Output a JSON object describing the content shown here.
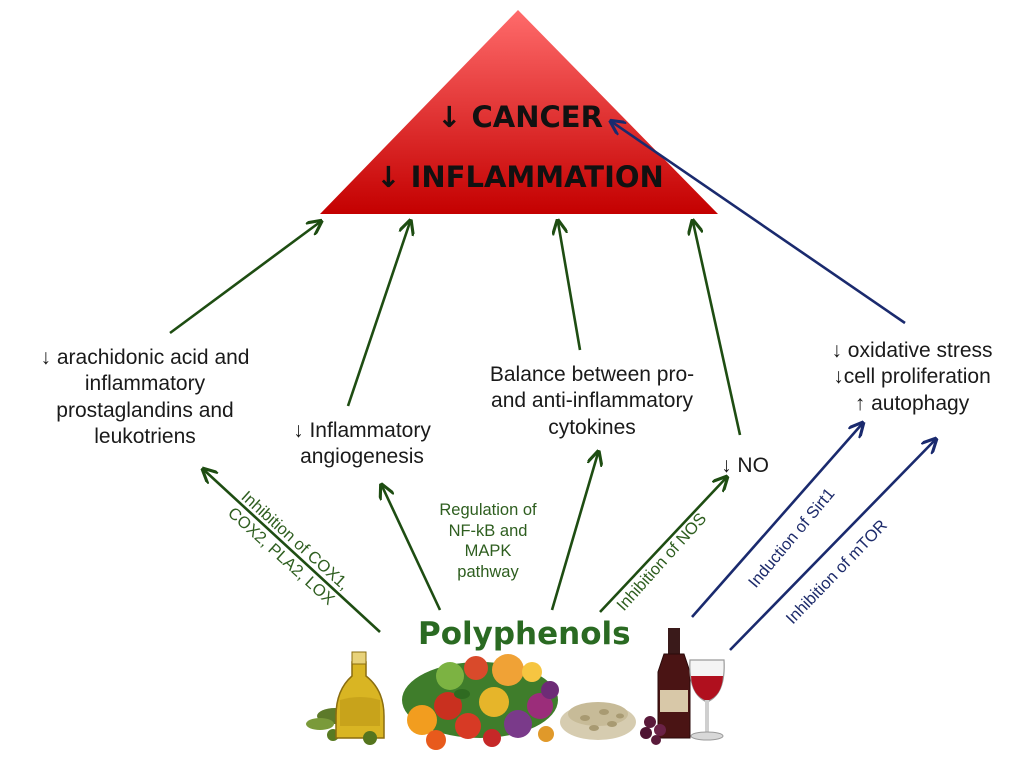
{
  "triangle": {
    "line1": "↓ CANCER",
    "line2": "↓ INFLAMMATION",
    "gradient": [
      "#c00000",
      "#ff5a5a"
    ]
  },
  "center_label": "Polyphenols",
  "effects": {
    "arachidonic": [
      "↓ arachidonic acid and",
      "inflammatory",
      "prostaglandins and",
      "leukotriens"
    ],
    "angiogenesis": [
      "↓ Inflammatory",
      "angiogenesis"
    ],
    "cytokines": [
      "Balance between pro-",
      "and anti-inflammatory",
      "cytokines"
    ],
    "no": "↓ NO",
    "oxidative": [
      "↓ oxidative stress",
      "↓cell proliferation",
      "↑ autophagy"
    ]
  },
  "mechanisms": {
    "cox": [
      "Inhibition of COX1,",
      "COX2, PLA2, LOX"
    ],
    "nfkb": [
      "Regulation of",
      "NF-kB and",
      "MAPK",
      "pathway"
    ],
    "nos": "Inhibition of NOS",
    "sirt1": "Induction of Sirt1",
    "mtor": "Inhibition of mTOR"
  },
  "colors": {
    "green_arrow": "#1e4d12",
    "navy_arrow": "#1a2a6e",
    "green_text": "#2e5e1f",
    "navy_text": "#1d2b6b"
  },
  "food_icons": [
    "olive-oil-bottle-icon",
    "vegetables-fruits-icon",
    "grains-icon",
    "red-wine-icon"
  ]
}
